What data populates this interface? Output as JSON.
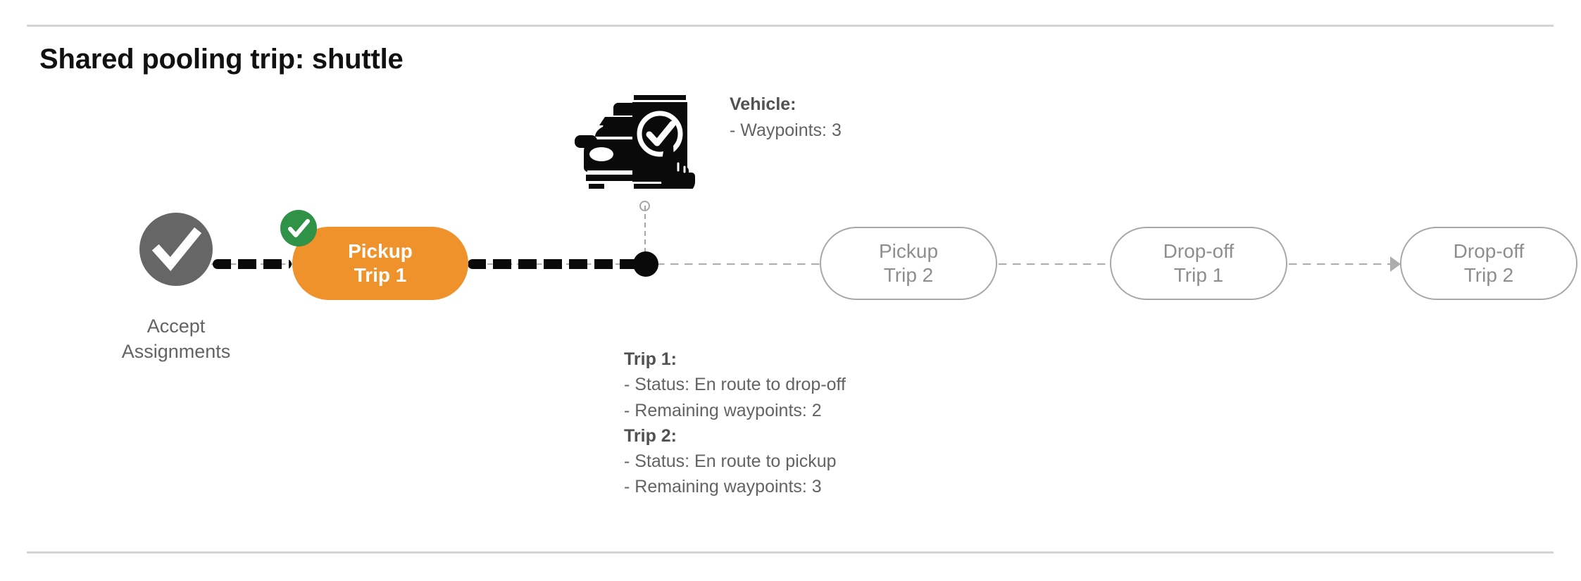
{
  "page": {
    "title": "Shared pooling trip: shuttle"
  },
  "vehicle_callout": {
    "icon": "car-phone-check-icon",
    "header": "Vehicle:",
    "lines": [
      "- Waypoints: 3"
    ]
  },
  "timeline": {
    "start_node": {
      "icon": "check-circle-icon",
      "label_line1": "Accept",
      "label_line2": "Assignments",
      "color": "#666666"
    },
    "vehicle_marker": {
      "name": "vehicle-position-dot",
      "color": "#0A0A0A"
    },
    "steps": [
      {
        "id": "pickup-trip-1",
        "line1": "Pickup",
        "line2": "Trip 1",
        "state": "completed",
        "color": "#F0922C",
        "badge": "green-check-badge",
        "badge_color": "#2F9247"
      },
      {
        "id": "pickup-trip-2",
        "line1": "Pickup",
        "line2": "Trip 2",
        "state": "upcoming",
        "color": "#8E8E8E"
      },
      {
        "id": "dropoff-trip-1",
        "line1": "Drop-off",
        "line2": "Trip 1",
        "state": "upcoming",
        "color": "#8E8E8E"
      },
      {
        "id": "dropoff-trip-2",
        "line1": "Drop-off",
        "line2": "Trip 2",
        "state": "upcoming",
        "color": "#8E8E8E"
      }
    ]
  },
  "trips_callout": {
    "trip1_header": "Trip 1:",
    "trip1_status": "- Status:  En route to drop-off",
    "trip1_waypoints": "- Remaining waypoints: 2",
    "trip2_header": "Trip 2:",
    "trip2_status": "- Status:  En route to pickup",
    "trip2_waypoints": "- Remaining waypoints: 3"
  }
}
